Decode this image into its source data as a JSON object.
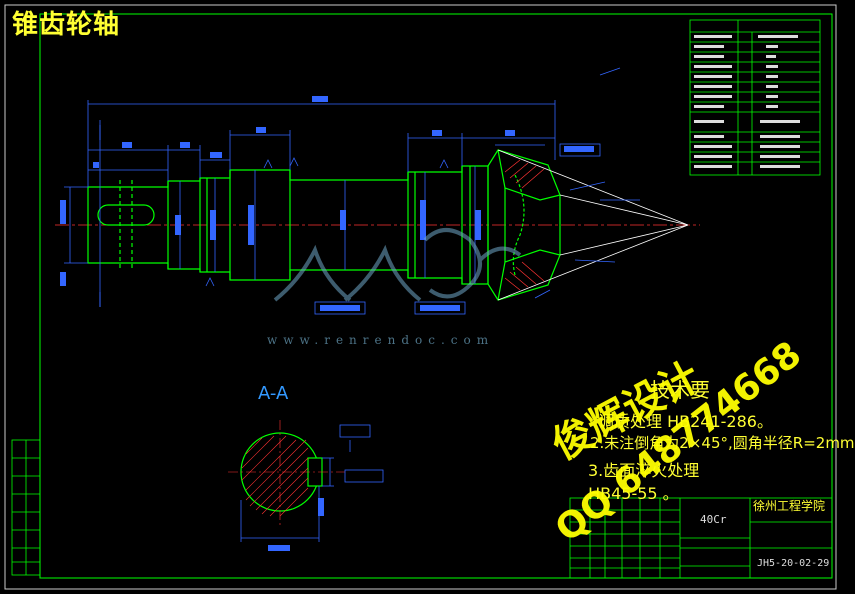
{
  "title": "锥齿轮轴",
  "section_label": "A-A",
  "material": "40Cr",
  "school": "徐州工程学院",
  "drawing_number": "JH5-20-02-29",
  "tech_requirements": {
    "heading": "技术要",
    "item1": "调质处理 HB241-286。",
    "item2": "2.未注倒角为2×45°,圆角半径R=2mm",
    "item3": "3.齿面淬火处理",
    "item4": ",HB45-55 。"
  },
  "watermark": {
    "name": "俊辉设计",
    "qq": "QQ 648774668",
    "site": "www.renrendoc.com"
  },
  "colors": {
    "background": "#000000",
    "outline": "#00ff00",
    "dimension": "#3366ff",
    "centerline": "#ff3333",
    "text_yellow": "#ffff33",
    "hatch_red": "#ff3333"
  }
}
